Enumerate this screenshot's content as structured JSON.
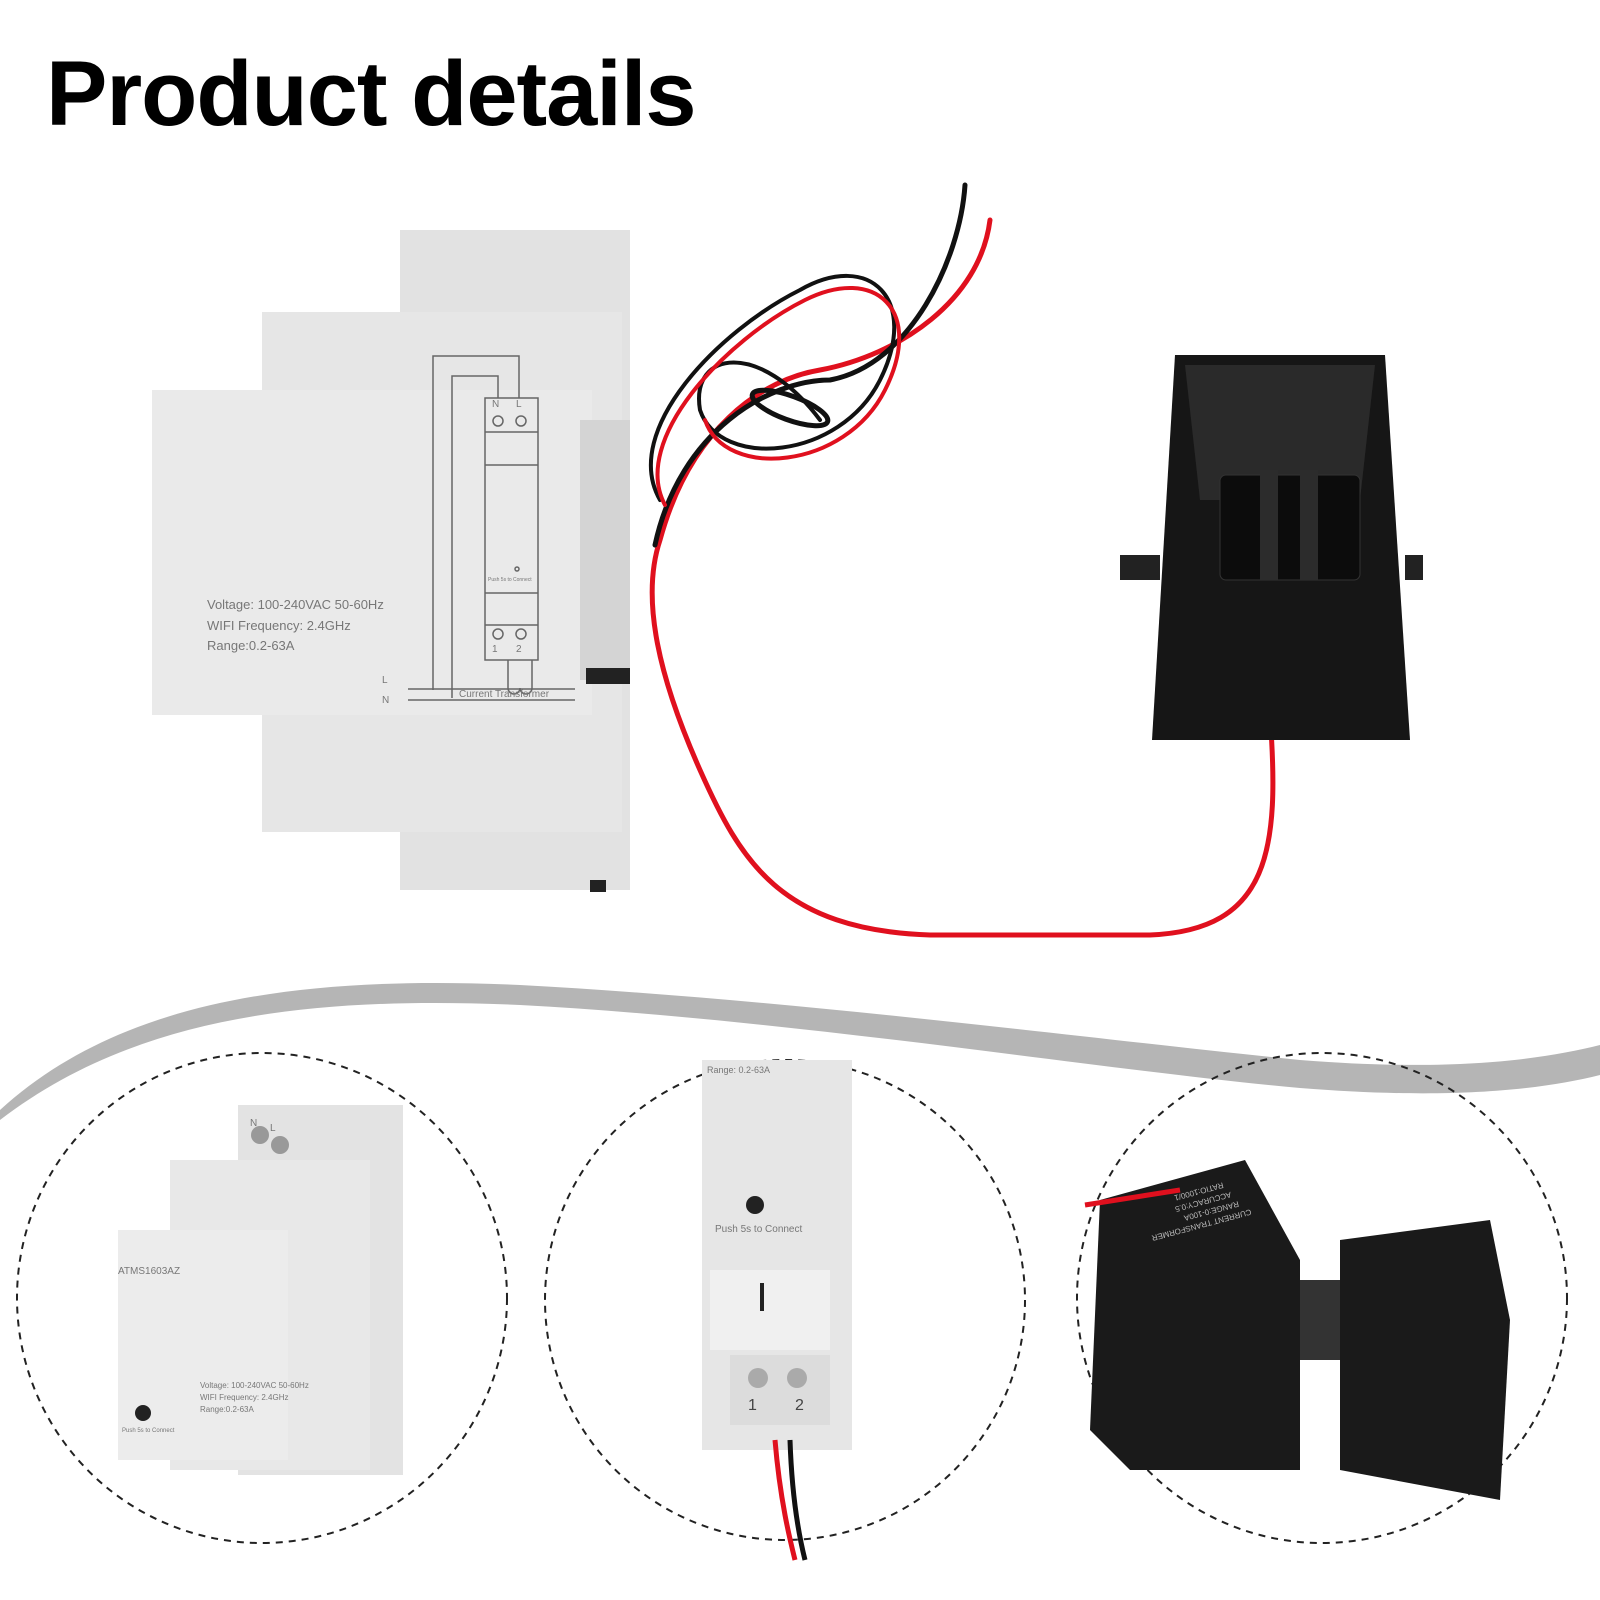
{
  "title": "Product details",
  "main_device": {
    "specs": [
      "Voltage: 100-240VAC 50-60Hz",
      "WIFI Frequency: 2.4GHz",
      "Range:0.2-63A"
    ],
    "terminal_top": [
      "N",
      "L"
    ],
    "terminal_bottom": [
      "1",
      "2"
    ],
    "button_label": "Push 5s to Connect",
    "line_labels": [
      "L",
      "N"
    ],
    "ct_label": "Current Transformer"
  },
  "detail_1": {
    "model": "ATMS1603AZ",
    "specs": [
      "Voltage: 100-240VAC 50-60Hz",
      "WIFI Frequency: 2.4GHz",
      "Range:0.2-63A"
    ],
    "terminal_top": [
      "N",
      "L"
    ],
    "button_label": "Push 5s to Connect"
  },
  "detail_2": {
    "spec_fragment": "Range: 0.2-63A",
    "button_label": "Push 5s to Connect",
    "terminal_bottom": [
      "1",
      "2"
    ]
  },
  "detail_3": {
    "ct_text": [
      "CURRENT TRANSFORMER",
      "RANGE:0-100A",
      "ACCURACY:0.5",
      "RATIO:1000/1"
    ]
  },
  "colors": {
    "device": "#e9e9e9",
    "ct_body": "#161616",
    "wire_red": "#e0101e",
    "wire_black": "#111111",
    "swoosh": "#b5b5b5"
  }
}
